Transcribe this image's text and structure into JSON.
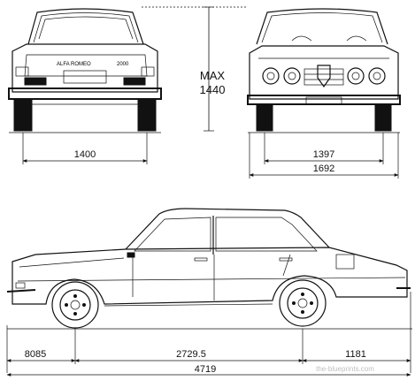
{
  "dimensions": {
    "max_height_label": "MAX",
    "max_height_value": "1440",
    "rear_track": "1400",
    "front_track": "1397",
    "overall_width": "1692",
    "front_overhang": "8085",
    "wheelbase": "2729.5",
    "rear_overhang": "1181",
    "overall_length": "4719"
  },
  "badges": {
    "rear_model": "ALFA ROMEO",
    "rear_engine": "2000"
  },
  "watermark": "the-blueprints.com"
}
